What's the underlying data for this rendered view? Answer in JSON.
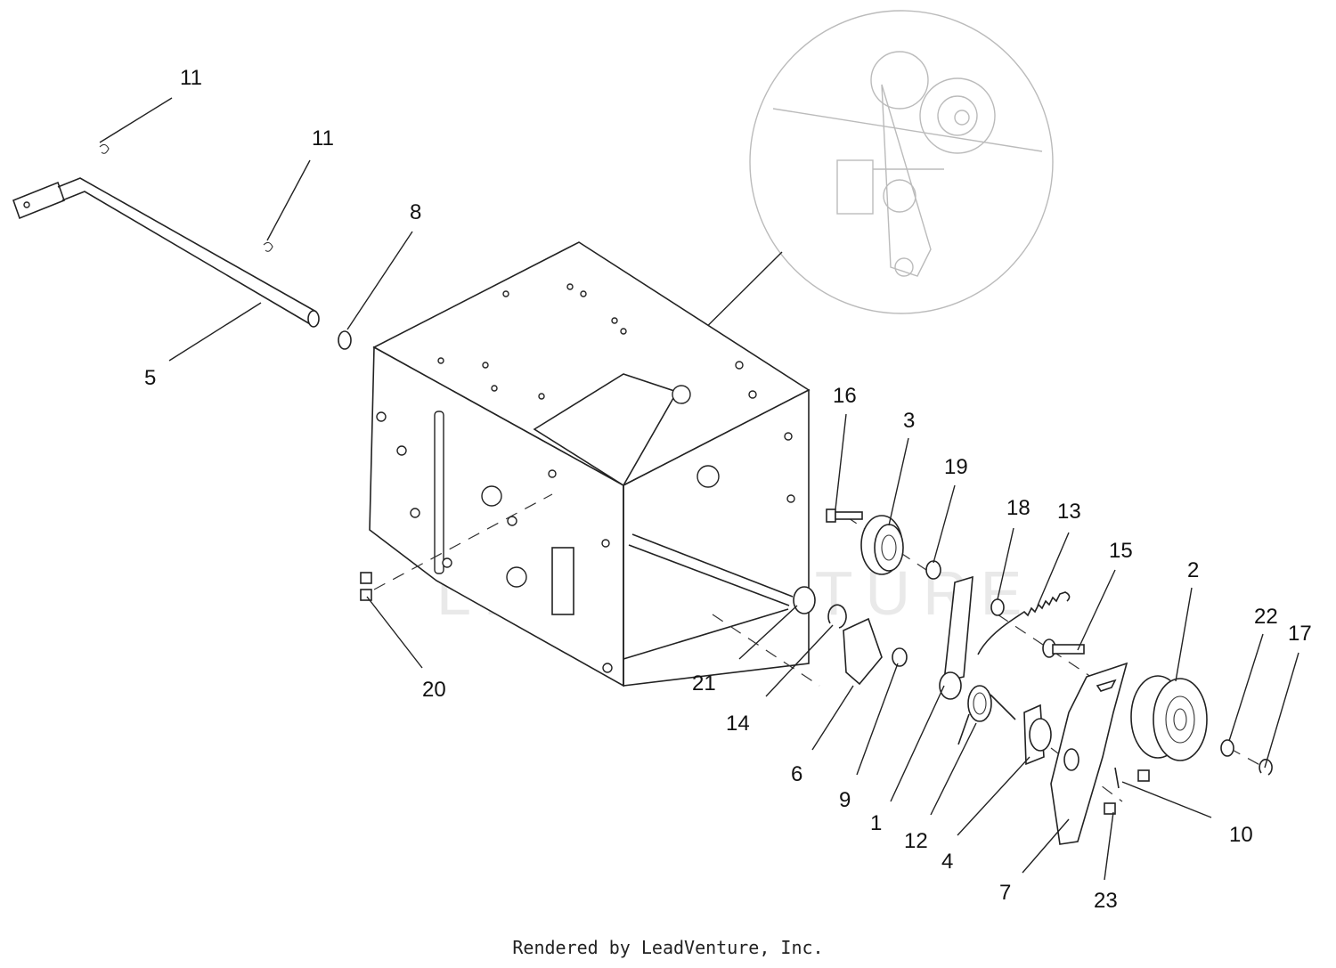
{
  "watermark": "LEADVENTURE",
  "footer": "Rendered by LeadVenture, Inc.",
  "callouts": [
    "11",
    "11",
    "8",
    "5",
    "16",
    "3",
    "19",
    "18",
    "13",
    "15",
    "2",
    "22",
    "17",
    "20",
    "21",
    "14",
    "6",
    "9",
    "1",
    "12",
    "4",
    "7",
    "23",
    "10"
  ]
}
